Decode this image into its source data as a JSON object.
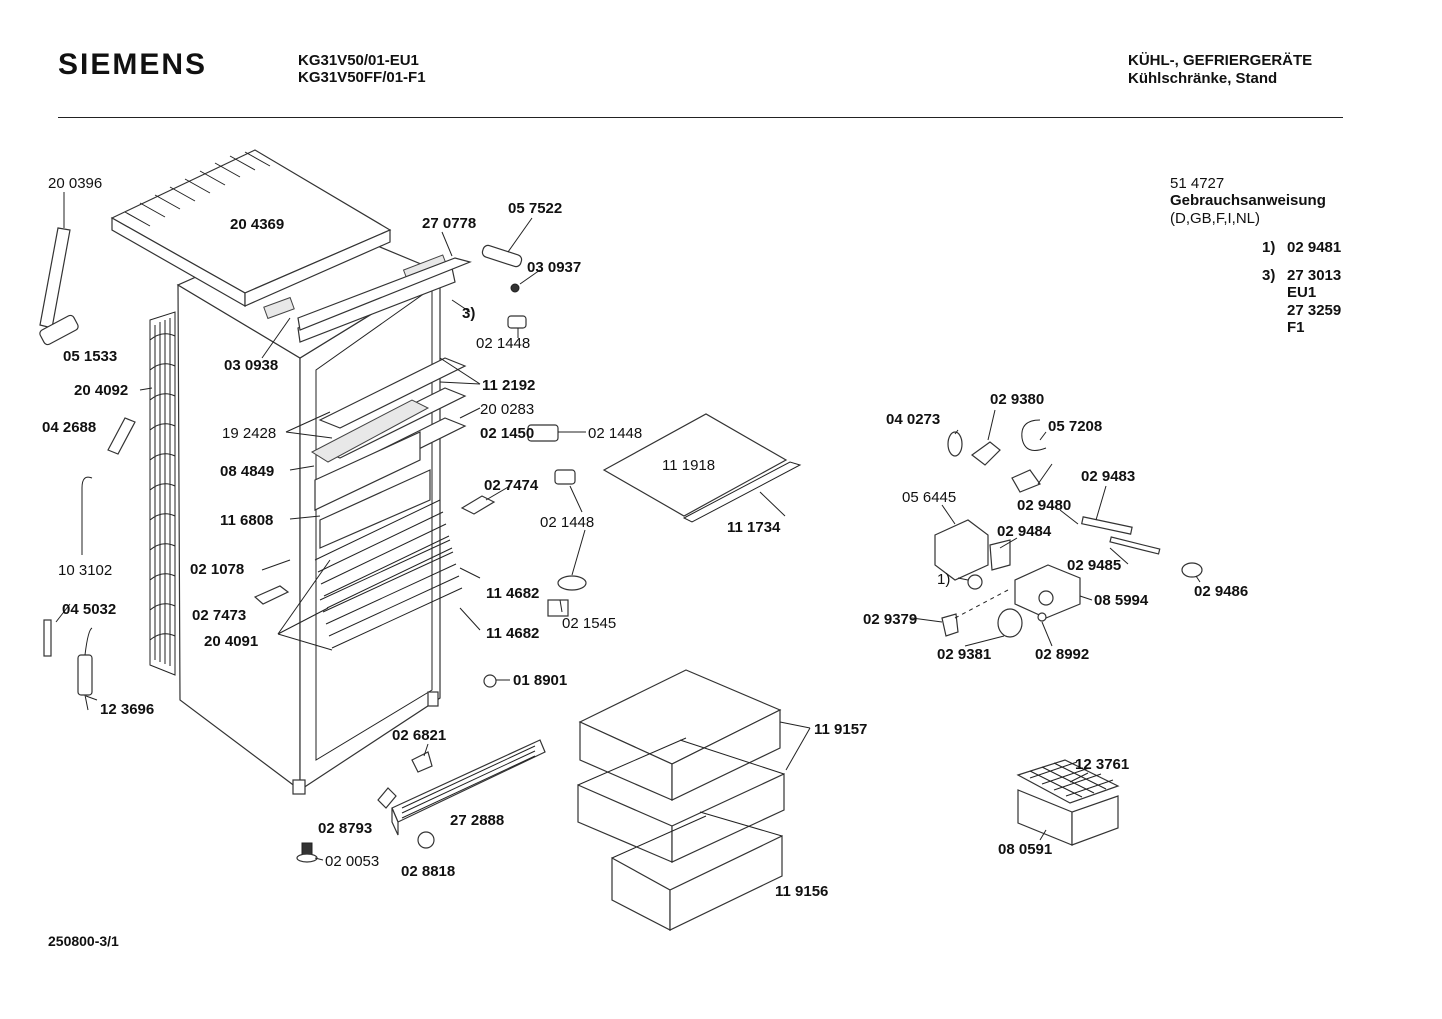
{
  "header": {
    "brand": "SIEMENS",
    "model_line_1": "KG31V50/01-EU1",
    "model_line_2": "KG31V50FF/01-F1",
    "category_line_1": "KÜHL-, GEFRIERGERÄTE",
    "category_line_2": "Kühlschränke, Stand"
  },
  "info": {
    "manual_number": "51 4727",
    "manual_title": "Gebrauchsanweisung",
    "manual_languages": "(D,GB,F,I,NL)",
    "note_1_key": "1)",
    "note_1_value": "02 9481",
    "note_3_key": "3)",
    "note_3_value_a": "27 3013",
    "note_3_variant_a": "EU1",
    "note_3_value_b": "27 3259",
    "note_3_variant_b": "F1"
  },
  "footer": {
    "drawing_number": "250800-3/1"
  },
  "parts": {
    "p200396": "20 0396",
    "p204369": "20 4369",
    "p270778": "27 0778",
    "p057522": "05 7522",
    "p030937": "03 0937",
    "p3": "3)",
    "p021448a": "02 1448",
    "p051533": "05 1533",
    "p030938": "03 0938",
    "p204092": "20 4092",
    "p112192": "11 2192",
    "p200283": "20 0283",
    "p042688": "04 2688",
    "p192428": "19 2428",
    "p021450": "02 1450",
    "p021448b": "02 1448",
    "p084849": "08 4849",
    "p111918": "11 1918",
    "p027474": "02 7474",
    "p116808": "11 6808",
    "p021448c": "02 1448",
    "p111734": "11 1734",
    "p103102": "10 3102",
    "p021078": "02 1078",
    "p114682a": "11 4682",
    "p045032": "04 5032",
    "p027473": "02 7473",
    "p021545": "02 1545",
    "p204091": "20 4091",
    "p114682b": "11 4682",
    "p018901": "01 8901",
    "p123696": "12 3696",
    "p119157": "11 9157",
    "p026821": "02 6821",
    "p028793": "02 8793",
    "p272888": "27 2888",
    "p020053": "02 0053",
    "p028818": "02 8818",
    "p119156": "11 9156",
    "p040273": "04 0273",
    "p029380": "02 9380",
    "p057208": "05 7208",
    "p029483": "02 9483",
    "p056445": "05 6445",
    "p029480": "02 9480",
    "p029484": "02 9484",
    "p029485": "02 9485",
    "p1": "1)",
    "p085994": "08 5994",
    "p029486": "02 9486",
    "p029379": "02 9379",
    "p029381": "02 9381",
    "p028992": "02 8992",
    "p123761": "12 3761",
    "p080591": "08 0591"
  }
}
